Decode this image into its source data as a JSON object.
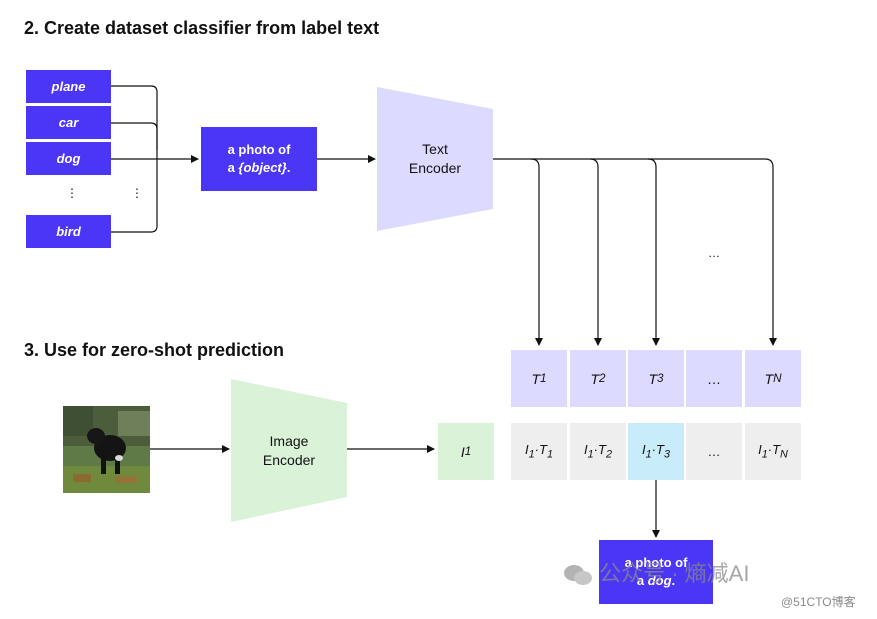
{
  "headings": {
    "create": "2. Create dataset classifier from label text",
    "use": "3. Use for zero-shot prediction"
  },
  "labels": [
    "plane",
    "car",
    "dog",
    "bird"
  ],
  "label_ellipsis": "⋮",
  "prompt": {
    "line1": "a photo of",
    "line2_prefix": "a ",
    "line2_object": "{object}",
    "line2_suffix": "."
  },
  "text_encoder": {
    "line1": "Text",
    "line2": "Encoder"
  },
  "image_encoder": {
    "line1": "Image",
    "line2": "Encoder"
  },
  "text_embeddings": [
    {
      "base": "T",
      "sub": "1"
    },
    {
      "base": "T",
      "sub": "2"
    },
    {
      "base": "T",
      "sub": "3"
    },
    {
      "base": "…",
      "sub": ""
    },
    {
      "base": "T",
      "sub": "N"
    }
  ],
  "image_embedding": {
    "base": "I",
    "sub": "1"
  },
  "similarities": [
    {
      "t_sub": "1",
      "highlight": false
    },
    {
      "t_sub": "2",
      "highlight": false
    },
    {
      "t_sub": "3",
      "highlight": true
    },
    {
      "ellipsis": "…"
    },
    {
      "t_sub": "N",
      "highlight": false
    }
  ],
  "arrows_ellipsis": "…",
  "result": {
    "line1": "a photo of",
    "line2_prefix": "a ",
    "line2_object": "dog",
    "line2_suffix": "."
  },
  "watermark": {
    "main": "公众号 · 熵减AI",
    "sub": "@51CTO博客"
  },
  "colors": {
    "accent": "#4b36f5",
    "text_cell": "#dcdaff",
    "image_cell": "#d9f2d8",
    "highlight": "#c9ecfb",
    "neutral_cell": "#eeeeef"
  }
}
